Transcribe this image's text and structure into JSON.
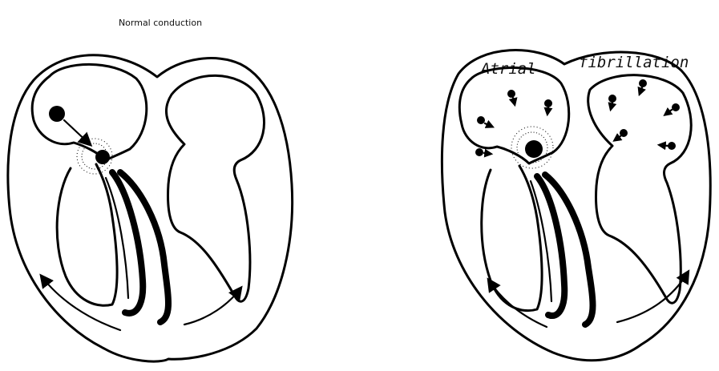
{
  "left_panel": {
    "title": "Normal conduction"
  },
  "right_panel": {
    "label_word1": "Atrial",
    "label_word2": "fibrillation"
  },
  "colors": {
    "ink": "#000000",
    "background": "#ffffff"
  }
}
